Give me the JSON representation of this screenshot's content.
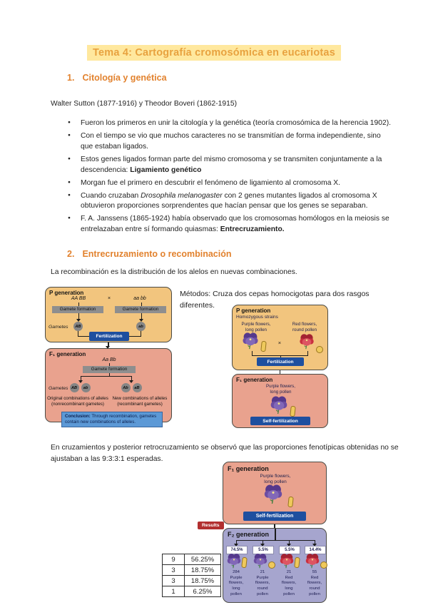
{
  "doc": {
    "title": "Tema 4: Cartografía cromosómica en eucariotas",
    "h1_num": "1.",
    "h1_text": "Citología y genética",
    "h2_num": "2.",
    "h2_text": "Entrecruzamiento o recombinación",
    "intro": "Walter Sutton (1877-1916) y Theodor Boveri (1862-1915)",
    "recomb": "La recombinación es la distribución de los alelos en nuevas combinaciones.",
    "metodos": "Métodos: Cruza dos cepas homocigotas para dos rasgos diferentes.",
    "crosses": "En cruzamientos y posterior retrocruzamiento se observó que las proporciones fenotípicas obtenidas no se ajustaban a las 9:3:3:1 esperadas."
  },
  "bullets": [
    [
      {
        "t": "Fueron los primeros en unir la citología y la genética (teoría cromosómica de la herencia 1902)."
      }
    ],
    [
      {
        "t": "Con el tiempo se vio que muchos caracteres no se transmitían de forma independiente, sino que estaban ligados."
      }
    ],
    [
      {
        "t": "Estos genes ligados forman parte del mismo cromosoma y se transmiten conjuntamente a la descendencia: "
      },
      {
        "t": "Ligamiento genético",
        "b": true
      }
    ],
    [
      {
        "t": "Morgan fue el primero en descubrir el fenómeno de ligamiento al cromosoma X."
      }
    ],
    [
      {
        "t": "Cuando cruzaban "
      },
      {
        "t": "Drosophila melanogaster",
        "i": true
      },
      {
        "t": " con 2 genes mutantes ligados al cromosoma X obtuvieron proporciones sorprendentes que hacían pensar que los genes se separaban."
      }
    ],
    [
      {
        "t": "F. A. Janssens (1865-1924) había observado que los cromosomas homólogos en la meiosis se entrelazaban entre sí formando quiasmas: "
      },
      {
        "t": "Entrecruzamiento.",
        "b": true
      }
    ]
  ],
  "fig1": {
    "p_gen": {
      "title": "P generation",
      "parent1": "AA BB",
      "cross": "×",
      "parent2": "aa bb",
      "gamete_formation": "Gamete formation",
      "gametes_label": "Gametes",
      "gametes": [
        "AB",
        "ab"
      ],
      "fertilization": "Fertilization"
    },
    "f1_gen": {
      "title": "F₁ generation",
      "genotype": "Aa Bb",
      "gamete_formation": "Gamete formation",
      "gametes_label": "Gametes",
      "left_gametes": [
        "AB",
        "ab"
      ],
      "right_gametes": [
        "Ab",
        "aB"
      ],
      "left_caption": "Original combinations of alleles (nonrecombinant gametes)",
      "right_caption": "New combinations of alleles (recombinant gametes)",
      "conclusion_label": "Conclusion:",
      "conclusion_text": " Through recombination, gametes contain new combinations of alleles."
    }
  },
  "fig2": {
    "p_gen": {
      "title": "P generation",
      "subtitle": "Homozygous strains",
      "left_label": "Purple flowers,\nlong pollen",
      "right_label": "Red flowers,\nround pollen",
      "cross": "×",
      "fertilization": "Fertilization"
    },
    "f1_gen": {
      "title": "F₁ generation",
      "subtitle": "Purple flowers,\nlong pollen",
      "self_fertilization": "Self-fertilization"
    }
  },
  "fig3": {
    "f1_gen": {
      "title": "F₁ generation",
      "subtitle": "Purple flowers,\nlong pollen",
      "self_fertilization": "Self-fertilization"
    },
    "results_label": "Results",
    "f2_gen": {
      "title": "F₂ generation",
      "columns": [
        {
          "pct": "74.5%",
          "count": "284",
          "label": "Purple\nflowers,\nlong\npollen",
          "flower": "purple",
          "pollen": "long"
        },
        {
          "pct": "5.5%",
          "count": "21",
          "label": "Purple\nflowers,\nround\npollen",
          "flower": "purple",
          "pollen": "round"
        },
        {
          "pct": "5.5%",
          "count": "21",
          "label": "Red\nflowers,\nlong\npollen",
          "flower": "red",
          "pollen": "long"
        },
        {
          "pct": "14.4%",
          "count": "55",
          "label": "Red\nflowers,\nround\npollen",
          "flower": "red",
          "pollen": "round"
        }
      ]
    }
  },
  "ratio_table": {
    "rows": [
      [
        "9",
        "56.25%"
      ],
      [
        "3",
        "18.75%"
      ],
      [
        "3",
        "18.75%"
      ],
      [
        "1",
        "6.25%"
      ]
    ]
  },
  "colors": {
    "accent_orange": "#E2822E",
    "title_orange": "#E8A23F",
    "highlight_yellow": "#FFE89E",
    "box_orange": "#F2C57E",
    "box_salmon": "#E9A28E",
    "box_lavender": "#A6A5CE",
    "button_blue": "#1E4F9F",
    "results_red": "#B22F2F"
  }
}
